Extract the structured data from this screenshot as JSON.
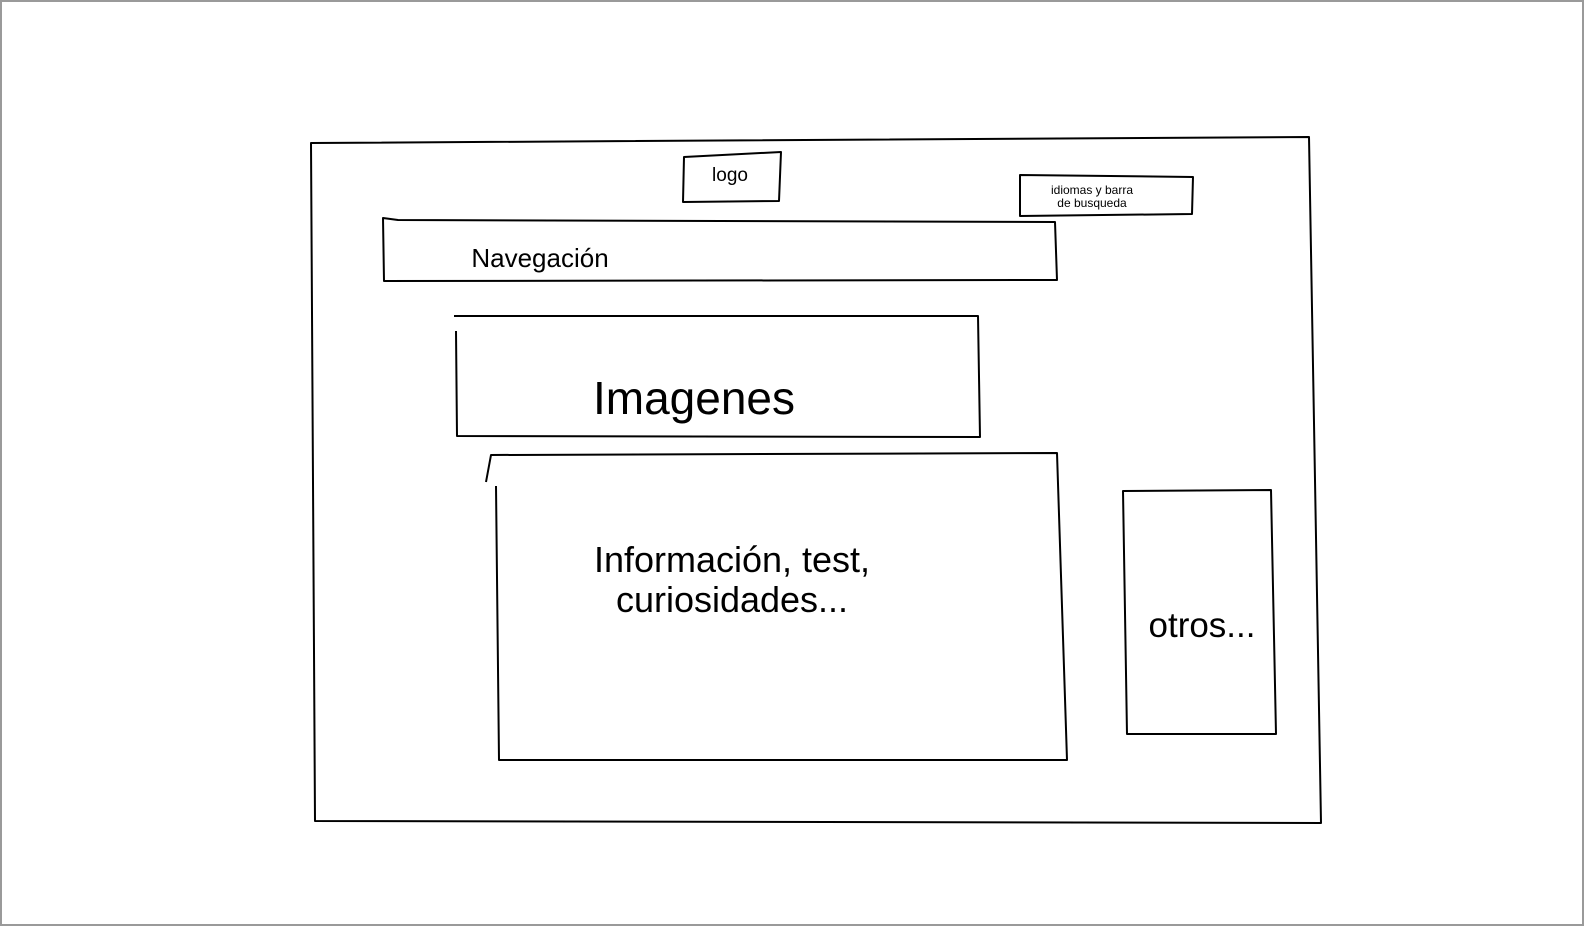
{
  "wireframe": {
    "logo": "logo",
    "search_lines": [
      "idiomas y barra",
      "de busqueda"
    ],
    "navigation": "Navegación",
    "images": "Imagenes",
    "info_lines": [
      "Información, test,",
      "curiosidades..."
    ],
    "others": "otros..."
  },
  "colors": {
    "stroke": "#000000",
    "background": "#ffffff",
    "frame": "#9a9a9a"
  }
}
